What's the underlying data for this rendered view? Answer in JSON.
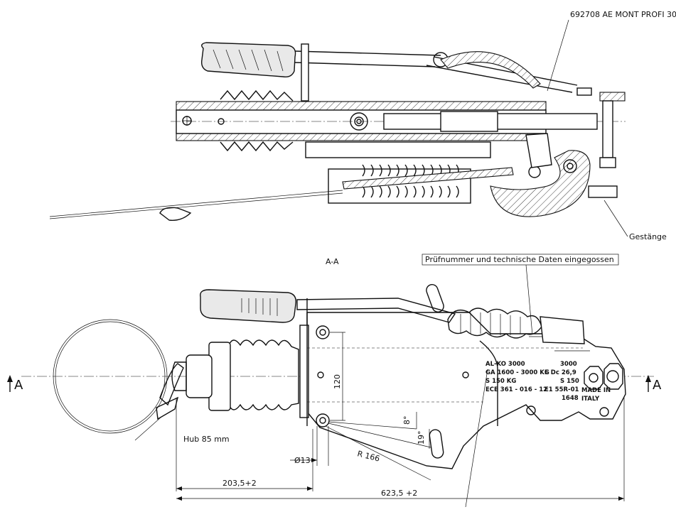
{
  "labels": {
    "part_number": "692708 AE MONT PROFI 30",
    "linkage": "Gestänge",
    "section_title": "A-A",
    "cast_note": "Prüfnummer und technische Daten eingegossen",
    "stroke": "Hub 85 mm",
    "section_mark_left": "A",
    "section_mark_right": "A"
  },
  "dimensions": {
    "d120": "120",
    "angle8": "8°",
    "angle19": "19°",
    "dia13": "Ø13",
    "radius": "R 166",
    "len1": "203,5+2",
    "len2": "623,5 +2"
  },
  "plate": {
    "l1": "AL-KO 3000",
    "l2": "GA  1600 - 3000 KG",
    "l3": "S  150 KG",
    "l4": "ECE 361 - 016 - 12",
    "r1": "3000",
    "r2": "E  Dc 26,9",
    "r3": "S 150",
    "r4": "E1  55R-01",
    "r5": "1648",
    "made1": "MADE IN",
    "made2": "ITALY"
  }
}
